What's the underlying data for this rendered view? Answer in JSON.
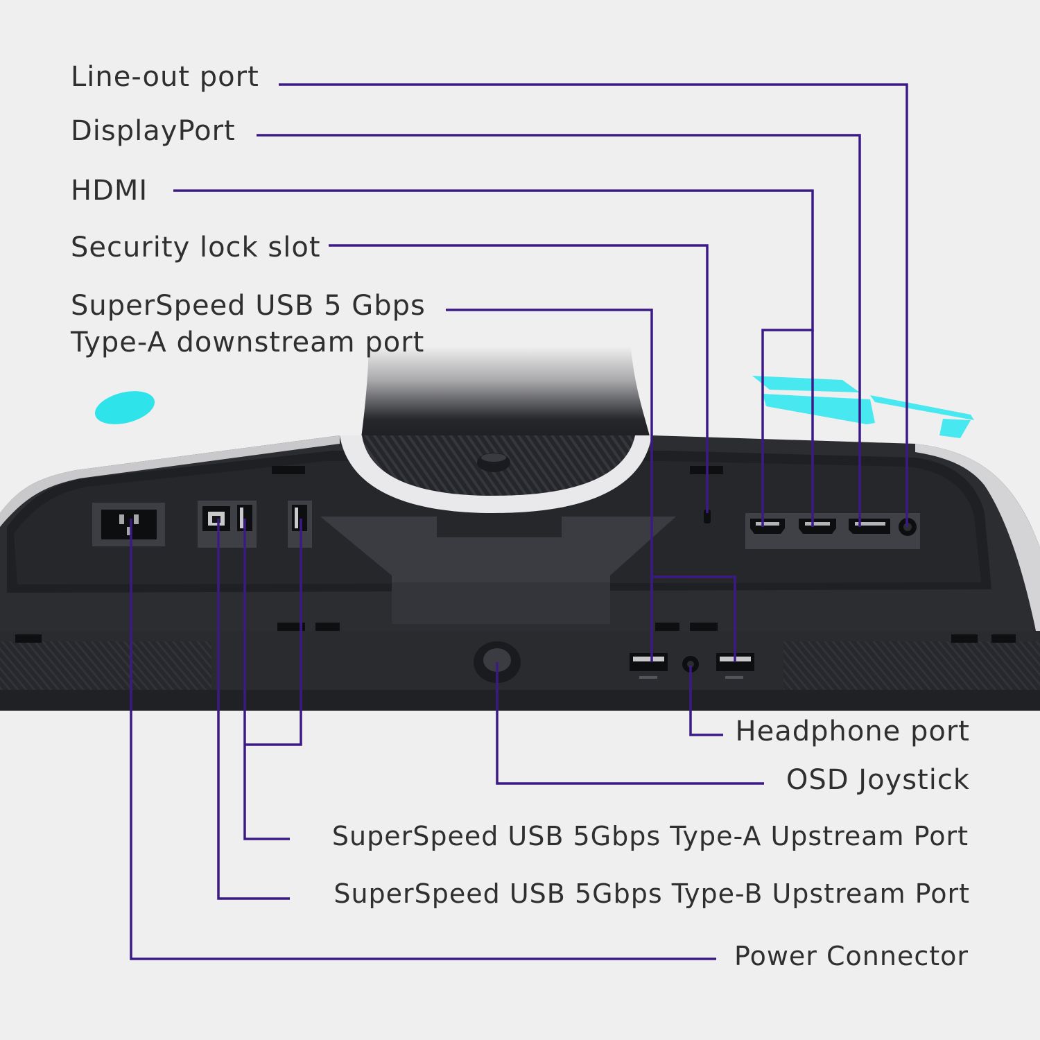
{
  "labels": {
    "line_out": "Line-out port",
    "displayport": "DisplayPort",
    "hdmi": "HDMI",
    "security_lock": "Security lock slot",
    "usb_downstream_line1": "SuperSpeed USB 5 Gbps",
    "usb_downstream_line2": "Type-A downstream port",
    "headphone": "Headphone port",
    "osd_joystick": "OSD Joystick",
    "usb_a_upstream": "SuperSpeed USB 5Gbps Type-A Upstream Port",
    "usb_b_upstream": "SuperSpeed USB 5Gbps Type-B Upstream Port",
    "power_connector": "Power Connector"
  },
  "colors": {
    "background": "#efefef",
    "leader_line": "#3b1a86",
    "chassis": "#2c2d31",
    "accent_cyan": "#2ee6ee",
    "label_text": "#2f2f2f"
  },
  "icons": [
    "power-inlet-icon",
    "usb-b-port-icon",
    "usb-a-port-icon",
    "hdmi-port-icon",
    "displayport-port-icon",
    "audio-jack-icon",
    "joystick-icon",
    "alien-head-logo",
    "monitor-model-number-logo"
  ]
}
